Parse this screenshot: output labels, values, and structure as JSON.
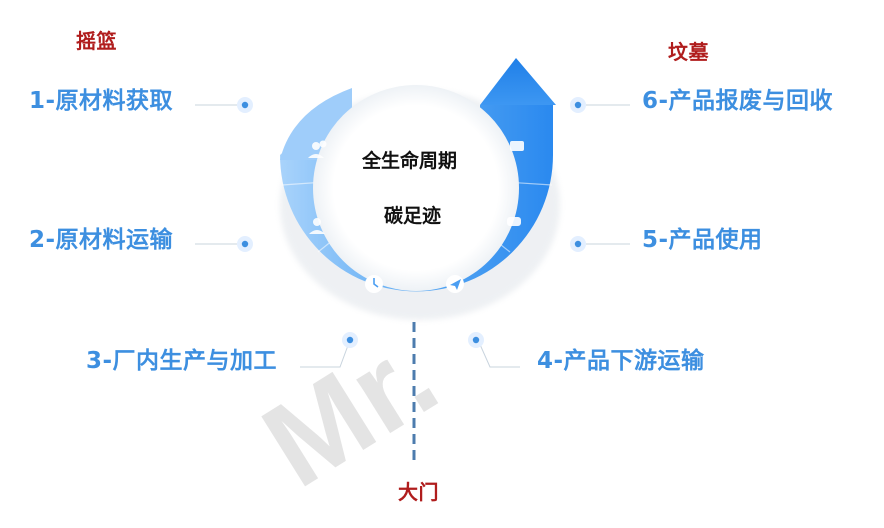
{
  "markers": {
    "cradle": "摇篮",
    "grave": "坟墓",
    "gate": "大门"
  },
  "center": {
    "line1": "全生命周期",
    "line2": "碳足迹"
  },
  "steps": [
    {
      "label": "1-原材料获取"
    },
    {
      "label": "2-原材料运输"
    },
    {
      "label": "3-厂内生产与加工"
    },
    {
      "label": "4-产品下游运输"
    },
    {
      "label": "5-产品使用"
    },
    {
      "label": "6-产品报废与回收"
    }
  ],
  "colors": {
    "step_text": "#3d8fe0",
    "marker_text": "#b01d1d",
    "ring_light": "#9fcdfa",
    "ring_dark": "#2f8df0"
  },
  "watermark": "Mr."
}
